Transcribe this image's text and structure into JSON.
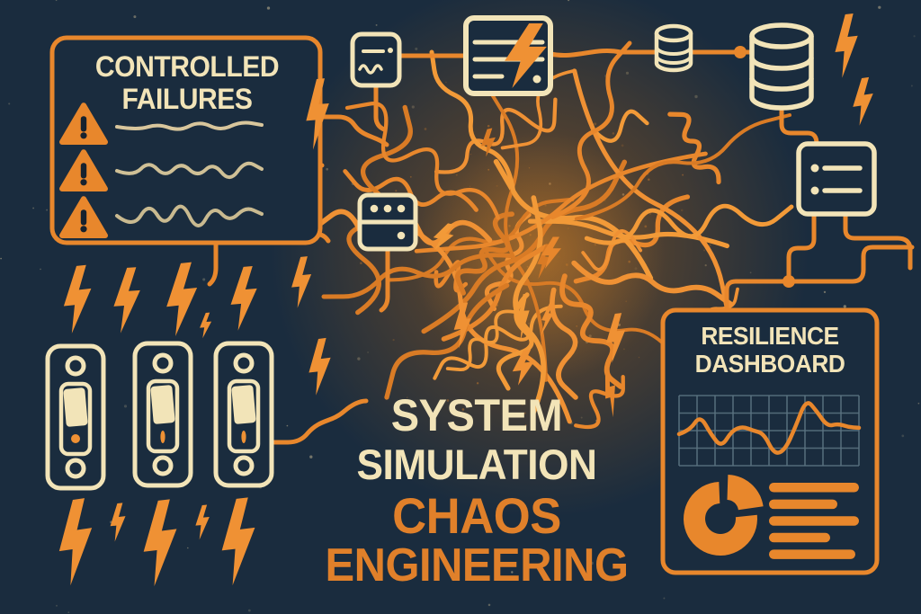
{
  "headline": {
    "line1": "SYSTEM",
    "line2": "SIMULATION",
    "line3": "CHAOS",
    "line4": "ENGINEERING"
  },
  "controlled_failures_panel": {
    "title_line1": "CONTROLLED",
    "title_line2": "FAILURES",
    "warning_triangle_count": 3,
    "waveform_count": 3
  },
  "resilience_dashboard_panel": {
    "title_line1": "RESILIENCE",
    "title_line2": "DASHBOARD",
    "sparkline": {
      "type": "line",
      "values": [
        45,
        50,
        72,
        45,
        26,
        50,
        56,
        50,
        46,
        16,
        22,
        55,
        95,
        78,
        56,
        60,
        55,
        54
      ],
      "ymin": 0,
      "ymax": 100,
      "grid": true
    },
    "donut": {
      "type": "pie",
      "slices": [
        {
          "name": "main",
          "value": 76
        },
        {
          "name": "detached",
          "value": 24
        }
      ]
    },
    "list_bar_widths": [
      100,
      76,
      100,
      68,
      96
    ]
  },
  "toggle_switches": {
    "count": 3,
    "states": [
      "on",
      "on",
      "on"
    ]
  },
  "icons": [
    "message-server-icon",
    "server-lightning-icon",
    "database-small-icon",
    "database-large-icon",
    "list-note-icon",
    "server-dots-icon",
    "warning-triangle-icon",
    "signal-waveform",
    "toggle-switch-icon",
    "lightning-bolt-icon",
    "chaos-tangle",
    "junction-dot"
  ],
  "palette": {
    "background": "#1a2c3e",
    "cream": "#f2e4b8",
    "tan": "#d8c69c",
    "tan2": "#cfc096",
    "tan3": "#c9ba90",
    "orange": "#e8872c",
    "orange_bright": "#ef9134",
    "orange_deep": "#e0802a",
    "navy_ink": "#16222f",
    "grid_slate": "#5a7280",
    "glow": "#b06418",
    "glow_core": "#d98a2e"
  }
}
